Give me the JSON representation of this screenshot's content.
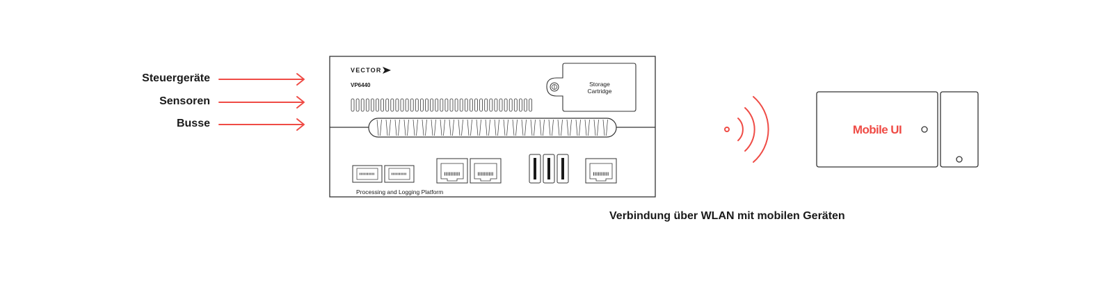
{
  "inputs": [
    {
      "label": "Steuergeräte"
    },
    {
      "label": "Sensoren"
    },
    {
      "label": "Busse"
    }
  ],
  "device": {
    "brand": "VECTOR",
    "model": "VP6440",
    "storage_label_line1": "Storage",
    "storage_label_line2": "Cartridge",
    "platform_label": "Processing and Logging Platform"
  },
  "mobile": {
    "app_label": "Mobile UI"
  },
  "caption": "Verbindung über WLAN mit mobilen Geräten",
  "colors": {
    "accent": "#ef4b45",
    "outline": "#333333",
    "text": "#1a1a1a"
  }
}
